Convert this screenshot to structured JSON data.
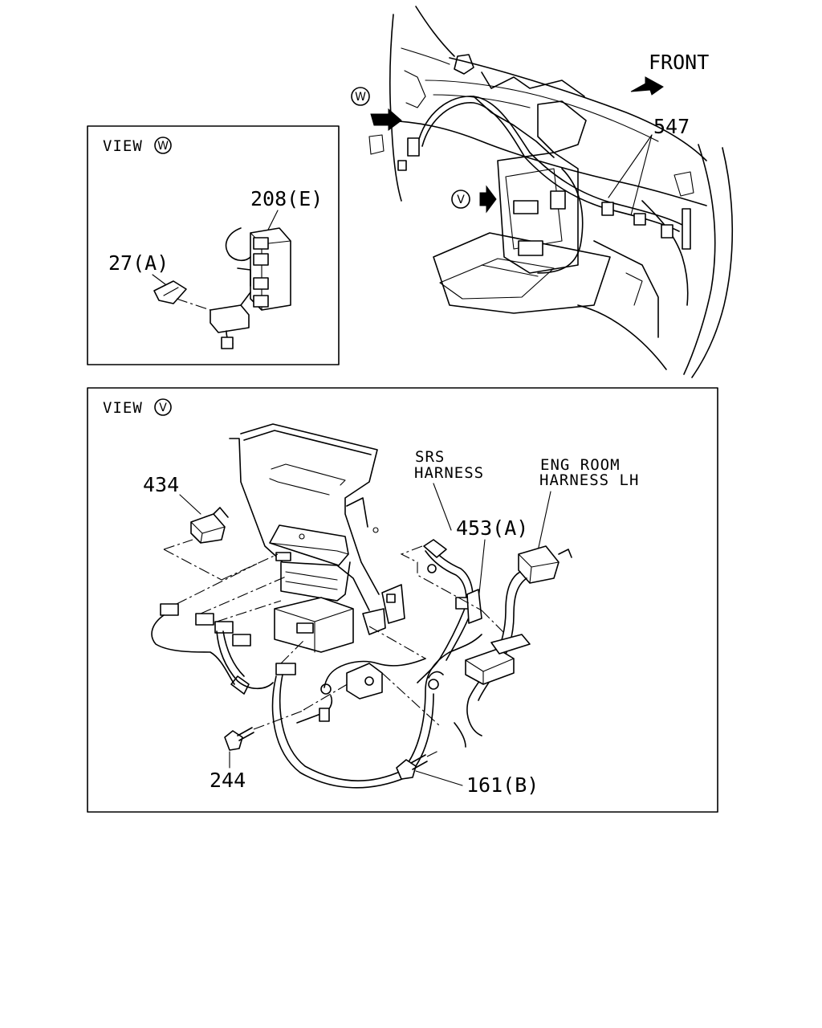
{
  "labels": {
    "front": "FRONT",
    "part_547": "547",
    "view_w_marker": "W",
    "view_v_marker": "V",
    "view_w_title": "VIEW",
    "view_w_letter": "W",
    "part_208e": "208(E)",
    "part_27a": "27(A)",
    "view_v_title": "VIEW",
    "view_v_letter": "V",
    "part_434": "434",
    "srs_line1": "SRS",
    "srs_line2": "HARNESS",
    "eng_line1": "ENG ROOM",
    "eng_line2": "HARNESS LH",
    "part_453a": "453(A)",
    "part_244": "244",
    "part_161b": "161(B)"
  }
}
